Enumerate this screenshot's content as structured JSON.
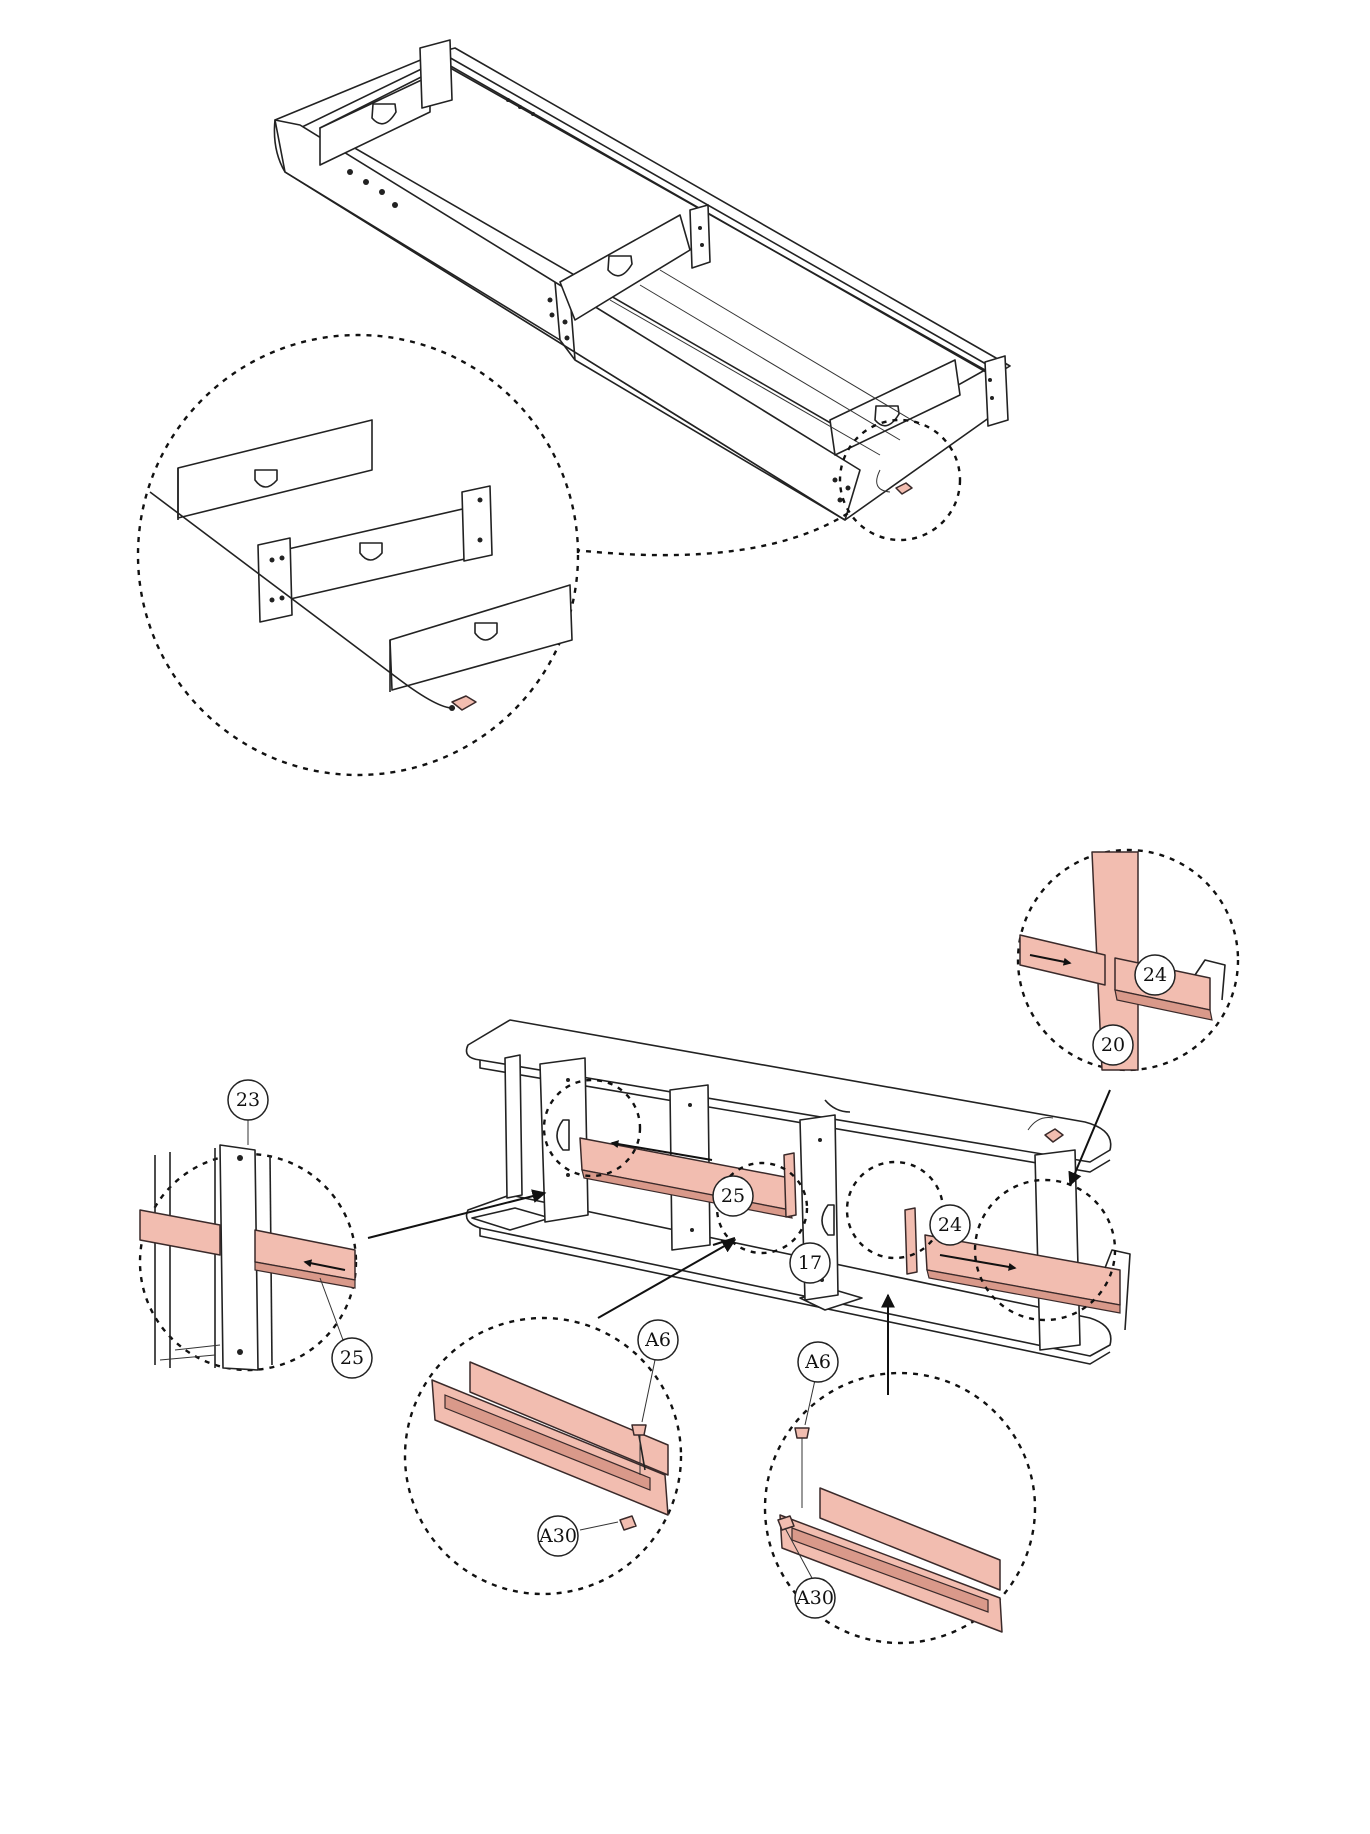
{
  "colors": {
    "highlight": "#f2bdb0",
    "highlight_dark": "#d9998a",
    "line": "#222222",
    "background": "#ffffff"
  },
  "callouts": {
    "c23": "23",
    "c25_left": "25",
    "c25_center": "25",
    "c17": "17",
    "c24_center": "24",
    "c24_top": "24",
    "c20": "20",
    "a6_left": "A6",
    "a30_left": "A30",
    "a6_right": "A6",
    "a30_right": "A30"
  }
}
